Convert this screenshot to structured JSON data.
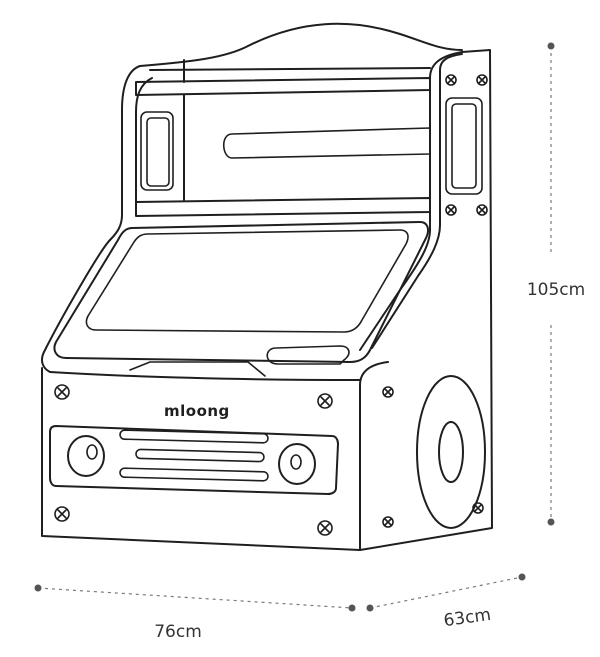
{
  "product": {
    "brand_text": "mloong"
  },
  "dimensions": {
    "height": "105cm",
    "width": "76cm",
    "depth": "63cm"
  },
  "colors": {
    "line": "#1f1f1f",
    "dimension_line": "#7a7a7a",
    "text": "#333333"
  }
}
